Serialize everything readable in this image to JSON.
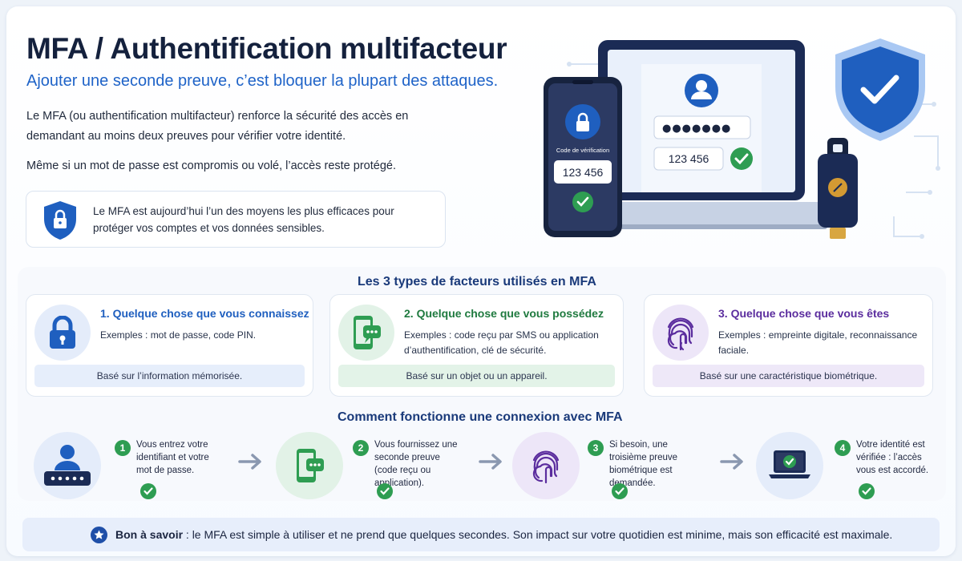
{
  "hero": {
    "title": "MFA / Authentification multifacteur",
    "subtitle": "Ajouter une seconde preuve, c’est bloquer la plupart des attaques.",
    "intro": "Le MFA (ou authentification multifacteur) renforce la sécurité des accès en demandant au moins deux preuves pour vérifier votre identité.",
    "intro2": "Même si un mot de passe est compromis ou volé, l’accès reste protégé.",
    "infobox": "Le MFA est aujourd’hui l’un des moyens les plus efficaces pour protéger vos comptes et vos données sensibles."
  },
  "illustration": {
    "phone_label": "Code de vérification",
    "phone_code": "123 456",
    "laptop_password": "●●●●●●●",
    "laptop_code": "123 456"
  },
  "factors": {
    "title": "Les 3 types de facteurs utilisés en MFA",
    "items": [
      {
        "title": "1. Quelque chose que vous connaissez",
        "desc": "Exemples : mot de passe, code PIN.",
        "basis": "Basé sur l’information mémorisée.",
        "icon": "lock-icon",
        "color": "#1f5fbf"
      },
      {
        "title": "2. Quelque chose que vous possédez",
        "desc": "Exemples : code reçu par SMS ou application d’authentification, clé de sécurité.",
        "basis": "Basé sur un objet ou un appareil.",
        "icon": "smartphone-icon",
        "color": "#1f7a3f"
      },
      {
        "title": "3. Quelque chose que vous êtes",
        "desc": "Exemples : empreinte digitale, reconnaissance faciale.",
        "basis": "Basé sur une caractéristique biométrique.",
        "icon": "fingerprint-icon",
        "color": "#5b2d9e"
      }
    ]
  },
  "steps": {
    "title": "Comment fonctionne une connexion avec MFA",
    "items": [
      {
        "num": "1",
        "text": "Vous entrez votre identifiant et votre mot de passe.",
        "icon": "user-password-icon"
      },
      {
        "num": "2",
        "text": "Vous fournissez une seconde preuve (code reçu ou application).",
        "icon": "smartphone-icon"
      },
      {
        "num": "3",
        "text": "Si besoin, une troisième preuve biométrique est demandée.",
        "icon": "fingerprint-icon"
      },
      {
        "num": "4",
        "text": "Votre identité est vérifiée : l’accès vous est accordé.",
        "icon": "laptop-check-icon"
      }
    ]
  },
  "tip": {
    "label": "Bon à savoir",
    "text": " : le MFA est simple à utiliser et ne prend que quelques secondes. Son impact sur votre quotidien est minime, mais son efficacité est maximale."
  }
}
